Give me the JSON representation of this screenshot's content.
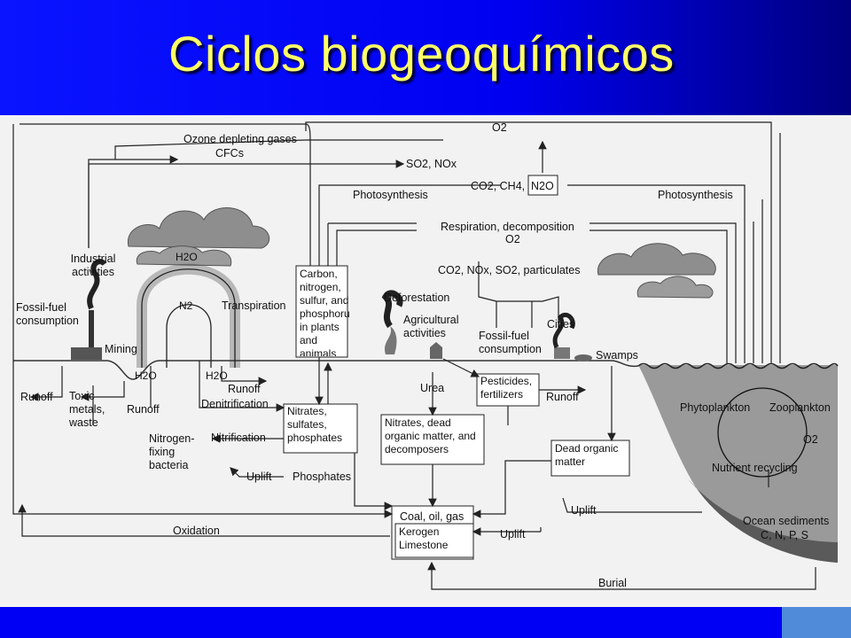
{
  "slide": {
    "title": "Ciclos biogeoquímicos",
    "colors": {
      "header": "#0000f0",
      "title": "#ffff66",
      "footer": "#0000f5",
      "corner": "#4f8bd9",
      "figure_bg": "#f2f2f2"
    }
  },
  "diagram": {
    "labels": {
      "o2_top": "O2",
      "ozone": "Ozone depleting gases",
      "cfcs": "CFCs",
      "so2_nox": "SO2, NOx",
      "photosynthesis_left": "Photosynthesis",
      "co2_ch4": "CO2, CH4,",
      "n2o": "N2O",
      "photosynthesis_right": "Photosynthesis",
      "respiration": "Respiration, decomposition",
      "o2_mid": "O2",
      "industrial": "Industrial activities",
      "h2o_cloud": "H2O",
      "n2": "N2",
      "transpiration": "Transpiration",
      "carbon_box": "Carbon, nitrogen, sulfur, and phosphorus in plants and animals",
      "particulates": "CO2, NOx, SO2, particulates",
      "deforestation": "Deforestation",
      "fossil_fuel_left": "Fossil-fuel consumption",
      "agricultural": "Agricultural activities",
      "cities": "Cities",
      "fossil_fuel_right": "Fossil-fuel consumption",
      "swamps": "Swamps",
      "mining": "Mining",
      "h2o_left": "H2O",
      "h2o_right": "H2O",
      "runoff_1": "Runoff",
      "runoff_2": "Runoff",
      "runoff_3": "Runoff",
      "runoff_4": "Runoff",
      "toxic": "Toxic metals, waste",
      "denitrification": "Denitrification",
      "urea": "Urea",
      "pesticides": "Pesticides, fertilizers",
      "nitrates_box": "Nitrates, sulfates, phosphates",
      "nitrification": "Nitrification",
      "nitrogen_fixing": "Nitrogen- fixing bacteria",
      "uplift_1": "Uplift",
      "phosphates": "Phosphates",
      "nitrates_dead": "Nitrates, dead organic matter, and decomposers",
      "dead_organic": "Dead organic matter",
      "phytoplankton": "Phytoplankton",
      "zooplankton": "Zooplankton",
      "o2_ocean": "O2",
      "nutrient_recycling": "Nutrient recycling",
      "ocean_sediments": "Ocean sediments",
      "cnps": "C, N, P, S",
      "coal": "Coal, oil, gas",
      "kerogen": "Kerogen Limestone",
      "uplift_2": "Uplift",
      "uplift_3": "Uplift",
      "oxidation": "Oxidation",
      "burial": "Burial"
    }
  }
}
